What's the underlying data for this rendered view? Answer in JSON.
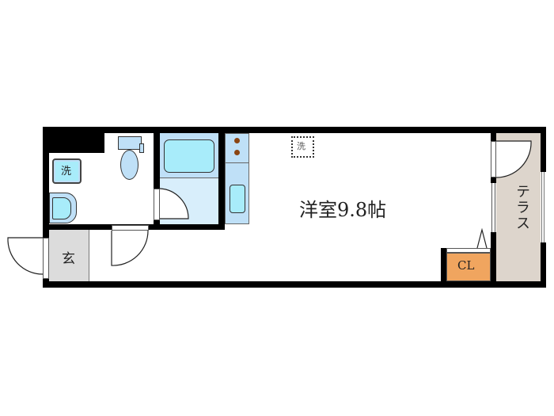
{
  "floorplan": {
    "main_room": {
      "label": "洋室9.8帖",
      "type": "western-style room",
      "size_jo": 9.8
    },
    "terrace": {
      "label": "テラス"
    },
    "closet": {
      "label": "CL"
    },
    "entrance": {
      "label": "玄"
    },
    "washer": {
      "label": "洗"
    },
    "washer_pan_symbol": {
      "label": "洗"
    },
    "colors": {
      "wall": "#000000",
      "fixture_blue": "#bfe0f7",
      "fixture_cyan": "#a8ecfa",
      "bath_floor": "#d8eefb",
      "entrance_floor": "#dcdcdc",
      "terrace_floor": "#ddd5cc",
      "closet_fill": "#f0a55f",
      "stove_burner": "#8b4513"
    }
  }
}
